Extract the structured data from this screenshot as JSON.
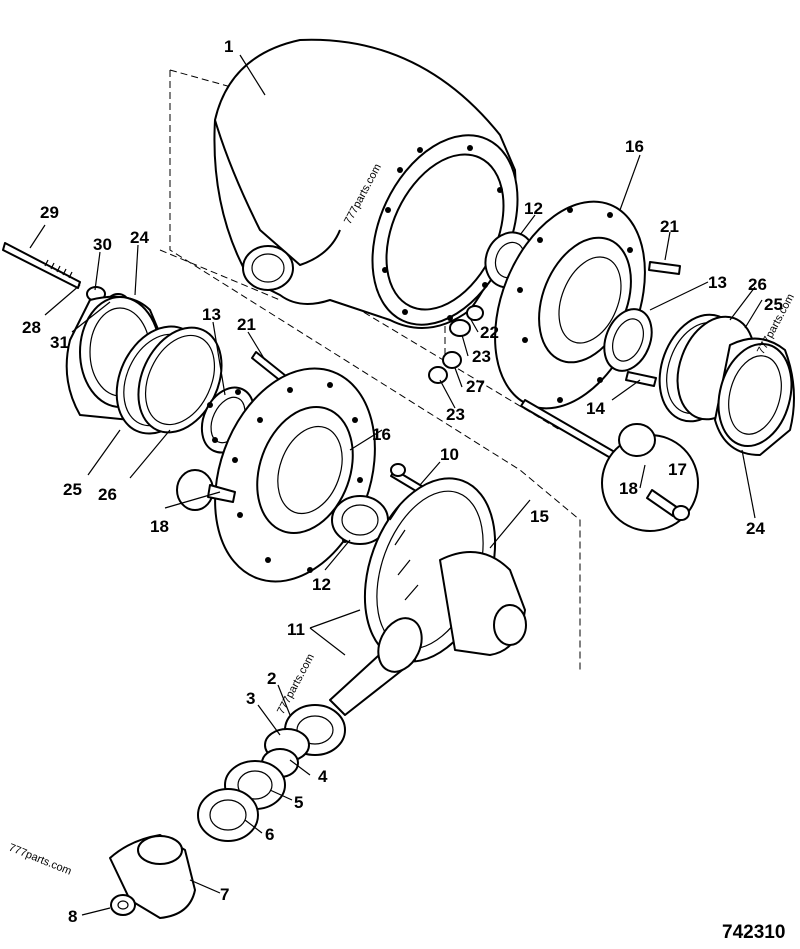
{
  "diagram": {
    "drawing_number": "742310",
    "watermark": "777parts.com",
    "callouts": {
      "c1": "1",
      "c2": "2",
      "c3": "3",
      "c4": "4",
      "c5": "5",
      "c6": "6",
      "c7": "7",
      "c8": "8",
      "c10": "10",
      "c11": "11",
      "c12a": "12",
      "c12b": "12",
      "c13a": "13",
      "c13b": "13",
      "c14": "14",
      "c15": "15",
      "c16a": "16",
      "c16b": "16",
      "c17": "17",
      "c18a": "18",
      "c18b": "18",
      "c21a": "21",
      "c21b": "21",
      "c22": "22",
      "c23a": "23",
      "c23b": "23",
      "c24a": "24",
      "c24b": "24",
      "c25a": "25",
      "c25b": "25",
      "c26a": "26",
      "c26b": "26",
      "c27": "27",
      "c28": "28",
      "c29": "29",
      "c30": "30",
      "c31": "31"
    }
  }
}
